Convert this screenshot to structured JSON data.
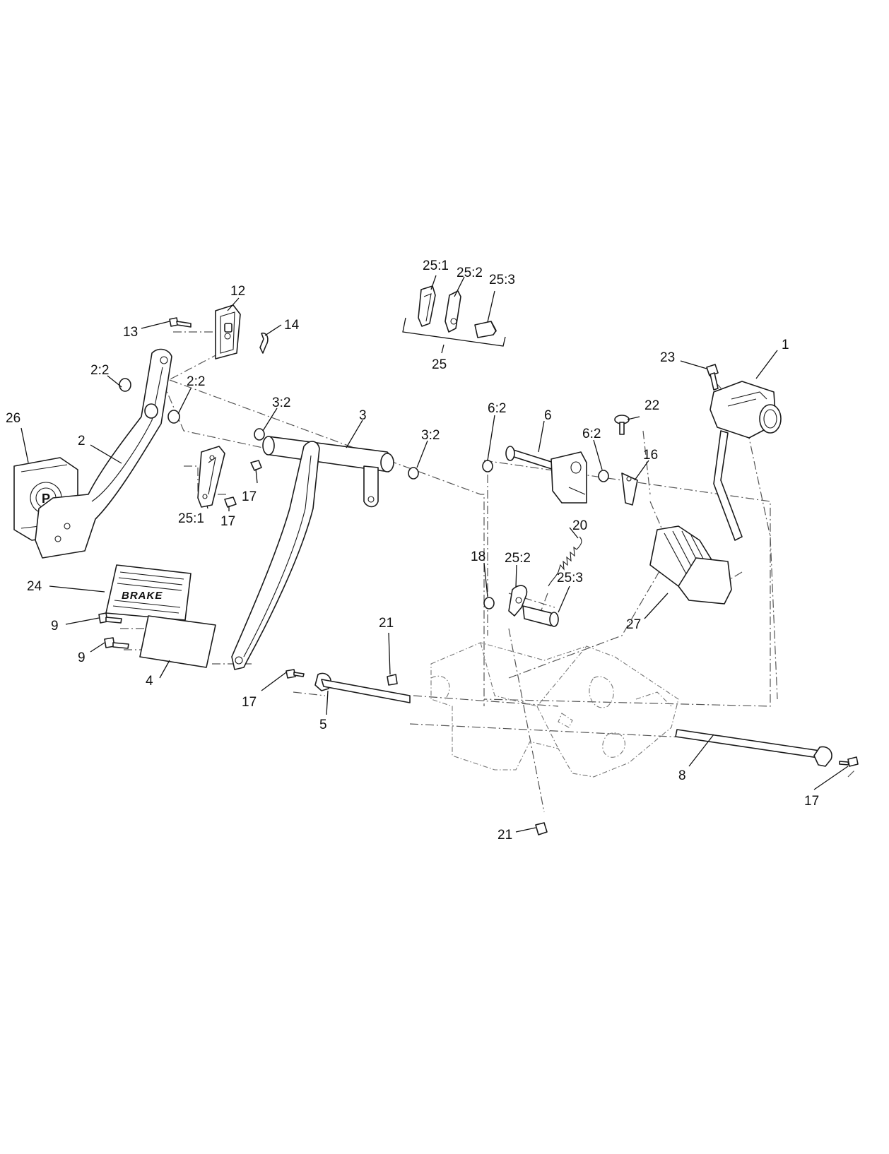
{
  "pedal_text": {
    "brake": "BRAKE",
    "park_symbol": "P"
  },
  "callouts": [
    {
      "id": "c1",
      "text": "1"
    },
    {
      "id": "c2",
      "text": "2"
    },
    {
      "id": "c2-2a",
      "text": "2:2"
    },
    {
      "id": "c2-2b",
      "text": "2:2"
    },
    {
      "id": "c3",
      "text": "3"
    },
    {
      "id": "c3-2a",
      "text": "3:2"
    },
    {
      "id": "c3-2b",
      "text": "3:2"
    },
    {
      "id": "c4",
      "text": "4"
    },
    {
      "id": "c5",
      "text": "5"
    },
    {
      "id": "c6",
      "text": "6"
    },
    {
      "id": "c6-2a",
      "text": "6:2"
    },
    {
      "id": "c6-2b",
      "text": "6:2"
    },
    {
      "id": "c8",
      "text": "8"
    },
    {
      "id": "c9a",
      "text": "9"
    },
    {
      "id": "c9b",
      "text": "9"
    },
    {
      "id": "c12",
      "text": "12"
    },
    {
      "id": "c13",
      "text": "13"
    },
    {
      "id": "c14",
      "text": "14"
    },
    {
      "id": "c16",
      "text": "16"
    },
    {
      "id": "c17a",
      "text": "17"
    },
    {
      "id": "c17b",
      "text": "17"
    },
    {
      "id": "c17c",
      "text": "17"
    },
    {
      "id": "c17d",
      "text": "17"
    },
    {
      "id": "c18",
      "text": "18"
    },
    {
      "id": "c20",
      "text": "20"
    },
    {
      "id": "c21a",
      "text": "21"
    },
    {
      "id": "c21b",
      "text": "21"
    },
    {
      "id": "c22",
      "text": "22"
    },
    {
      "id": "c23",
      "text": "23"
    },
    {
      "id": "c24",
      "text": "24"
    },
    {
      "id": "c25",
      "text": "25"
    },
    {
      "id": "c25-1a",
      "text": "25:1"
    },
    {
      "id": "c25-1b",
      "text": "25:1"
    },
    {
      "id": "c25-2a",
      "text": "25:2"
    },
    {
      "id": "c25-2b",
      "text": "25:2"
    },
    {
      "id": "c25-3a",
      "text": "25:3"
    },
    {
      "id": "c25-3b",
      "text": "25:3"
    },
    {
      "id": "c26",
      "text": "26"
    },
    {
      "id": "c27",
      "text": "27"
    }
  ]
}
